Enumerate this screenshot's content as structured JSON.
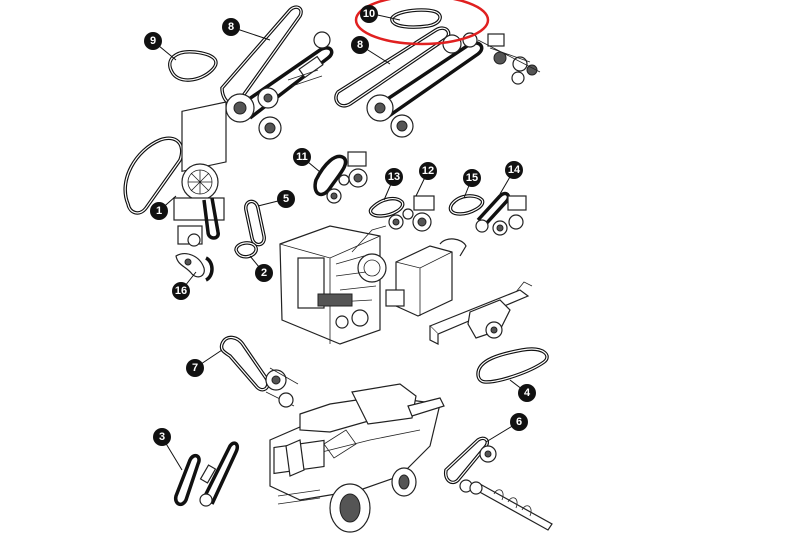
{
  "callouts": [
    "10",
    "9",
    "8",
    "8",
    "11",
    "13",
    "12",
    "15",
    "14",
    "1",
    "5",
    "2",
    "16",
    "7",
    "4",
    "3",
    "6"
  ],
  "colors": {
    "highlight": "#e02020",
    "badge": "#111111",
    "line": "#111111"
  }
}
